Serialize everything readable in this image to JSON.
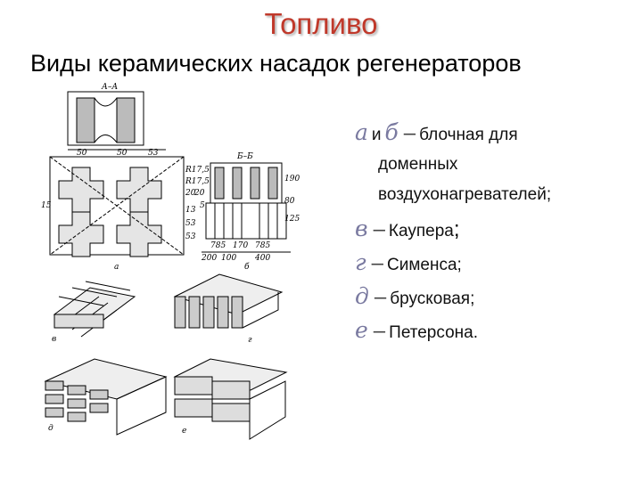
{
  "slide": {
    "title": "Топливо",
    "subtitle": "Виды керамических насадок регенераторов"
  },
  "legend": {
    "items": [
      {
        "letter": "а",
        "and": "и",
        "letter2": "б",
        "dash": "–",
        "lines": [
          "блочная для",
          "доменных",
          "воздухонагревателей;"
        ]
      },
      {
        "letter": "в",
        "dash": "–",
        "text": "Каупера",
        "punct": ";"
      },
      {
        "letter": "г",
        "dash": "–",
        "text": "Сименса;"
      },
      {
        "letter": "д",
        "dash": "–",
        "text": "брусковая;"
      },
      {
        "letter": "е",
        "dash": "–",
        "text": "Петерсона."
      }
    ]
  },
  "figure": {
    "labels": {
      "section_top": "А–А",
      "section_right": "Б–Б",
      "a": "а",
      "b": "б",
      "v": "в",
      "g": "г",
      "d": "д",
      "e": "е",
      "dims": [
        "50",
        "53",
        "R17,5",
        "R17,5",
        "20",
        "20",
        "15",
        "13",
        "53",
        "53",
        "190",
        "125",
        "785",
        "170",
        "785",
        "100",
        "200",
        "400",
        "50",
        "80",
        "5"
      ]
    }
  }
}
